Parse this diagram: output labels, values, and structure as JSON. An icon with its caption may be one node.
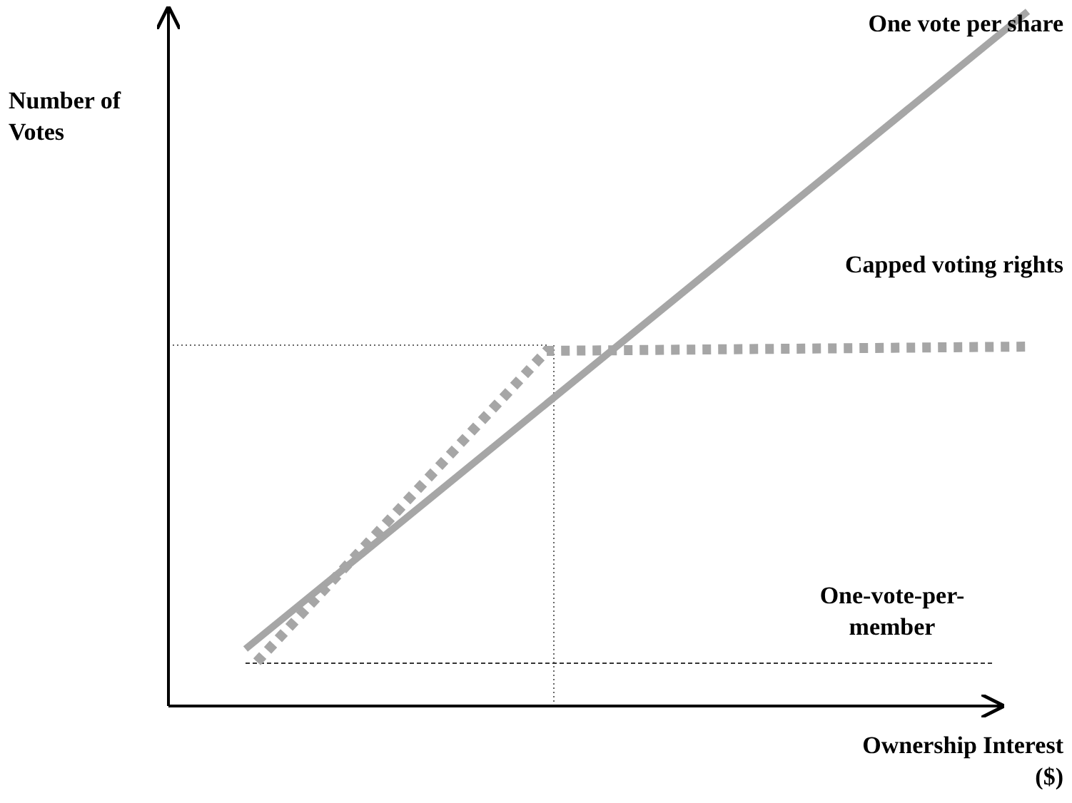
{
  "diagram": {
    "labels": [
      "Number of Votes",
      "One vote per share",
      "Capped voting rights",
      "One-vote-per-member",
      "Ownership Interest ($)"
    ]
  }
}
